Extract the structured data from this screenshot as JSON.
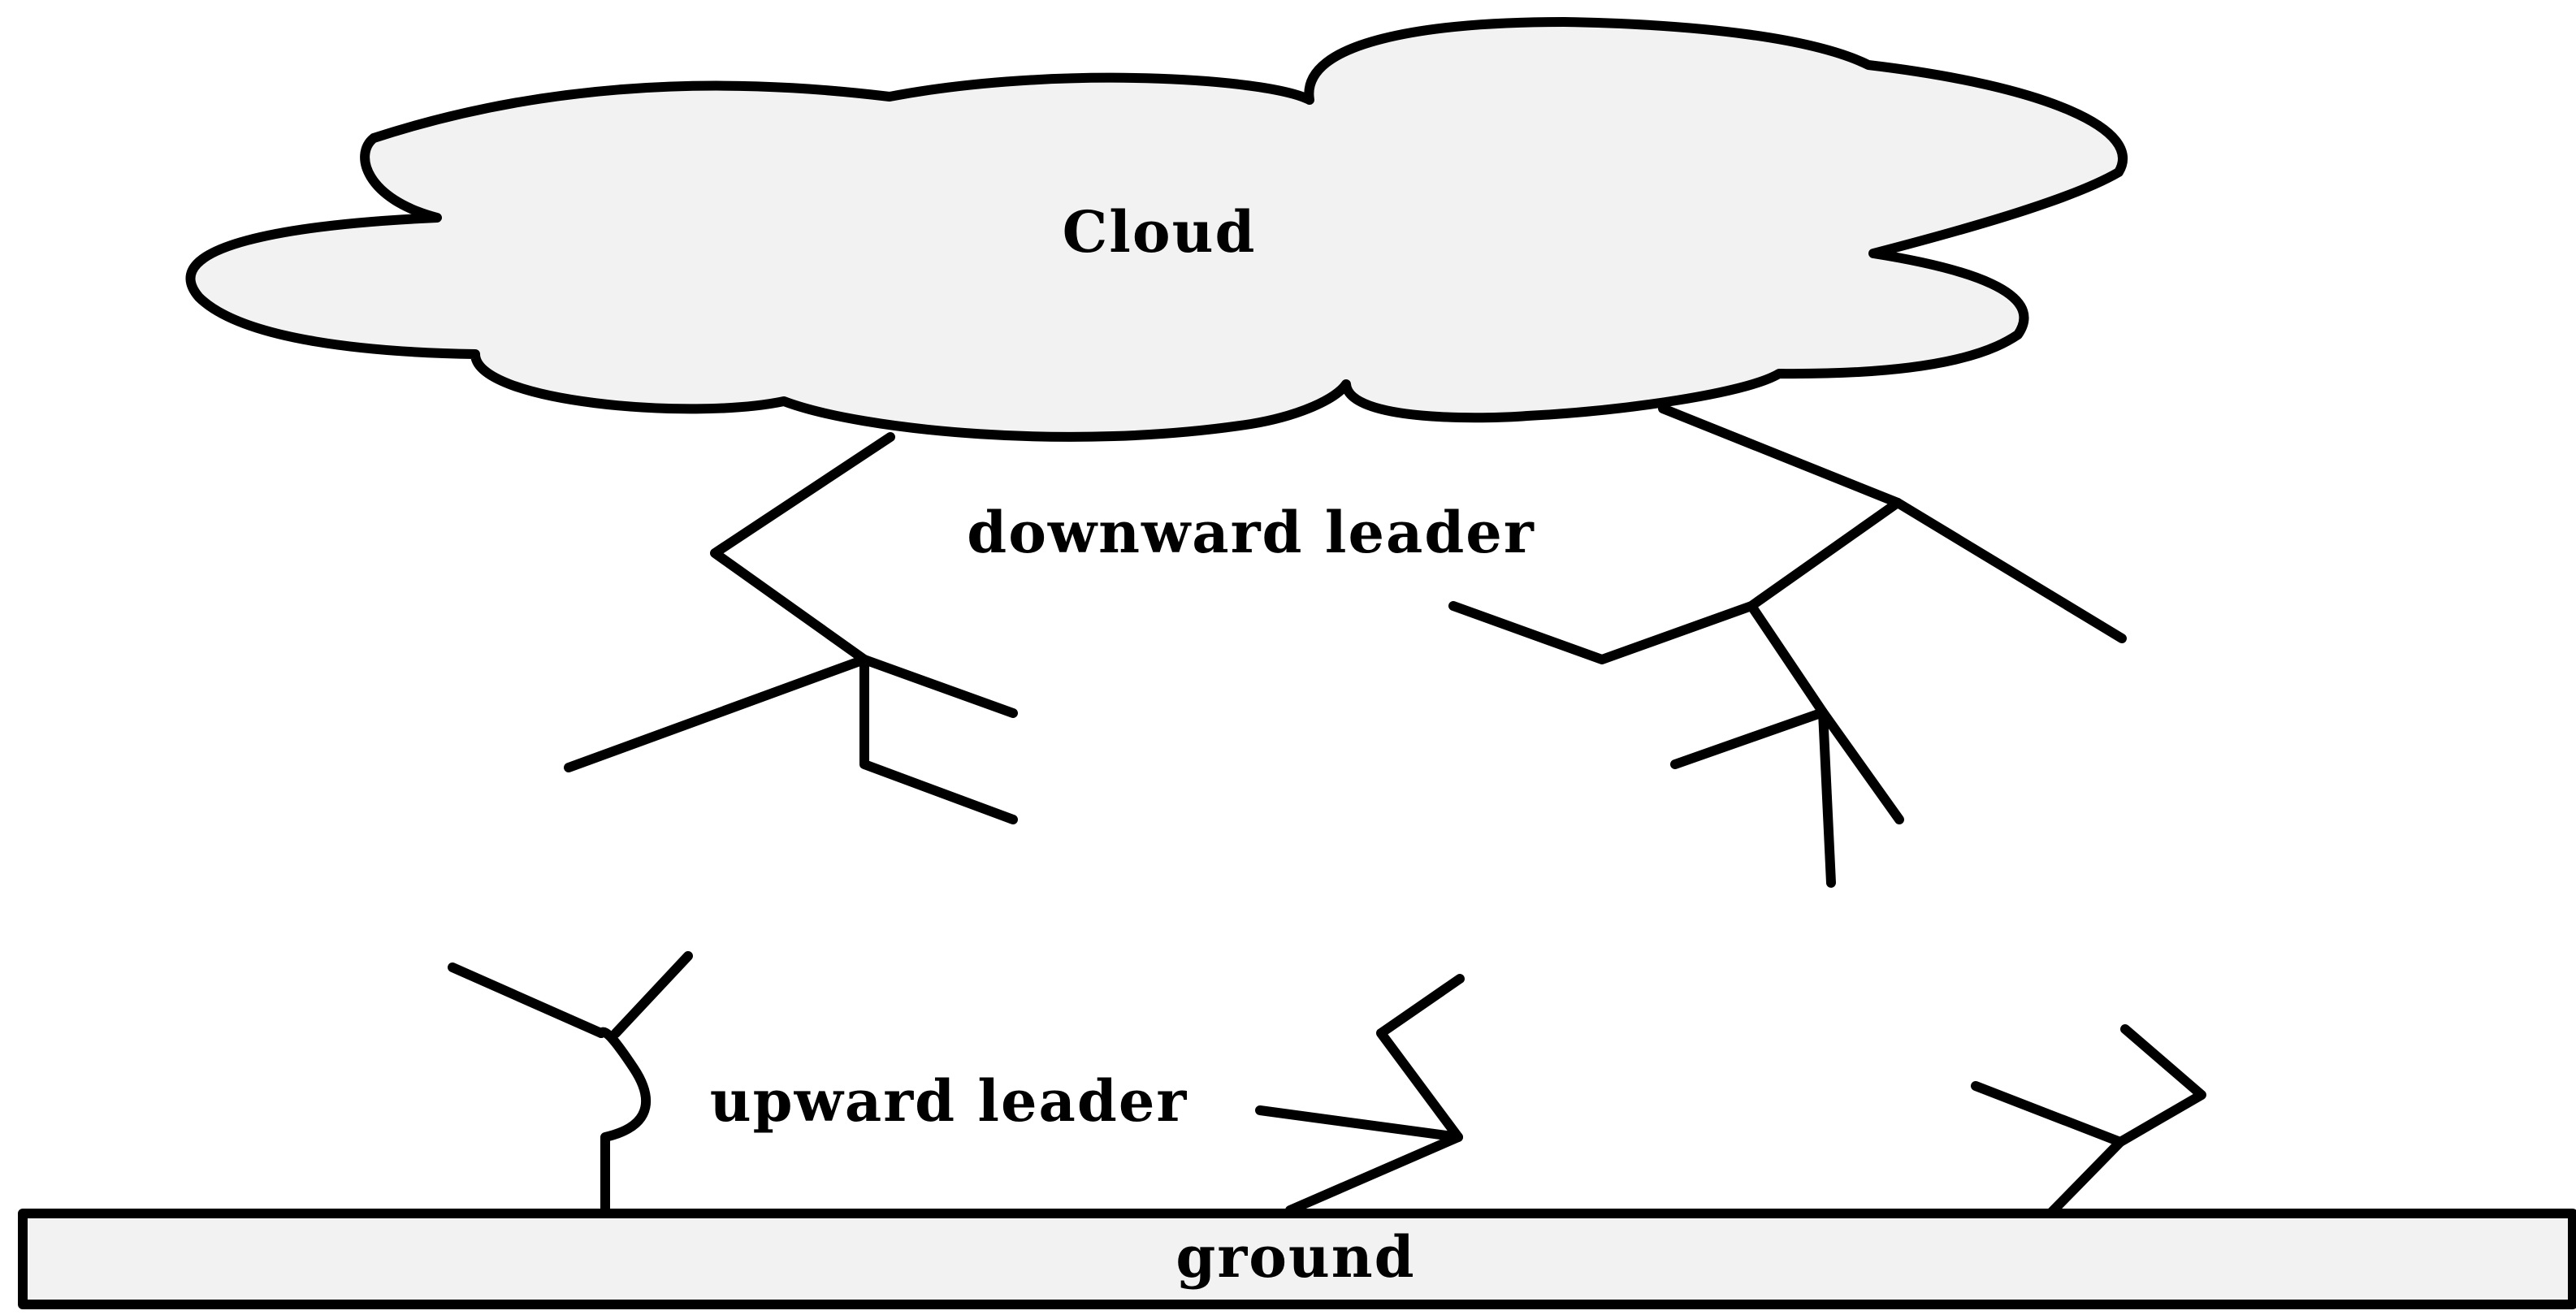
{
  "labels": {
    "cloud": "Cloud",
    "downward_leader": "downward leader",
    "upward_leader": "upward leader",
    "ground": "ground"
  },
  "colors": {
    "line": "#000000",
    "fill": "#f2f2f2",
    "background": "#ffffff"
  }
}
